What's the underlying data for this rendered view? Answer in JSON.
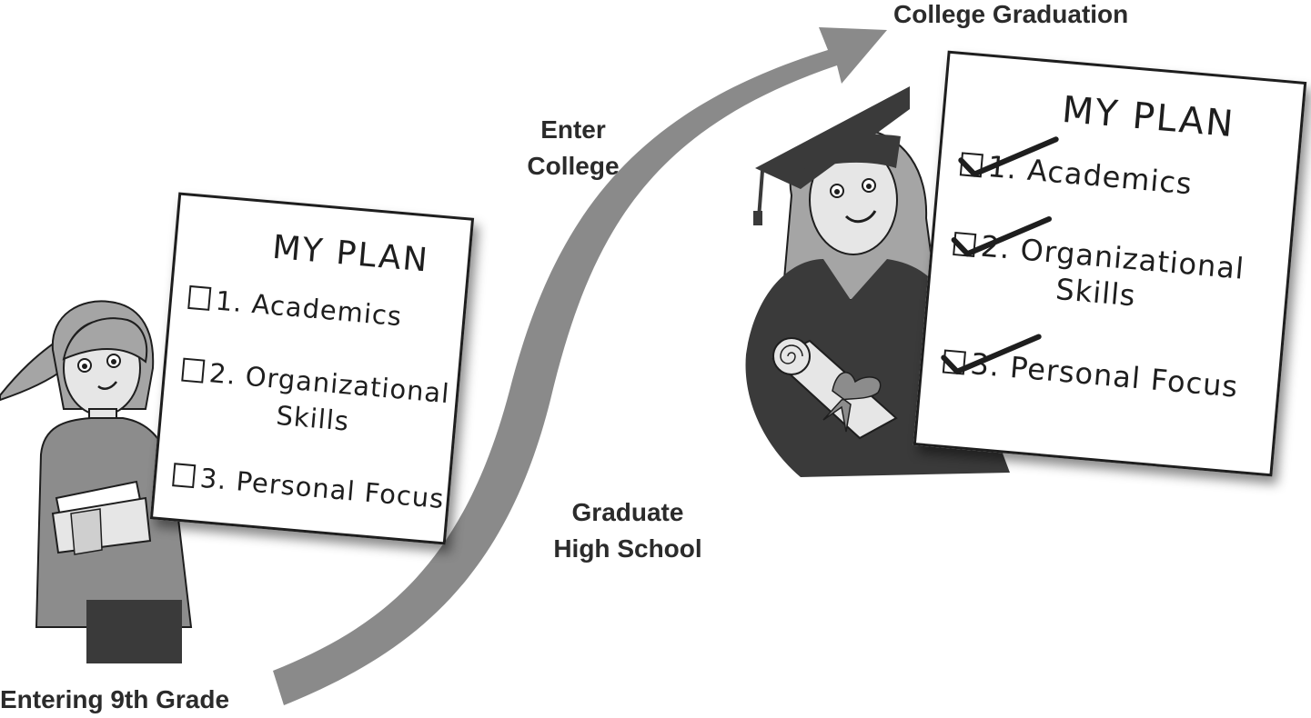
{
  "milestones": {
    "start": "Entering 9th Grade",
    "hs": [
      "Graduate",
      "High School"
    ],
    "enter": [
      "Enter",
      "College"
    ],
    "end": "College Graduation"
  },
  "plan_left": {
    "title": "MY PLAN",
    "items": [
      {
        "label": "1. Academics",
        "sub": ""
      },
      {
        "label": "2. Organizational",
        "sub": "Skills"
      },
      {
        "label": "3. Personal Focus",
        "sub": ""
      }
    ],
    "checked": false
  },
  "plan_right": {
    "title": "MY PLAN",
    "items": [
      {
        "label": "1. Academics",
        "sub": ""
      },
      {
        "label": "2. Organizational",
        "sub": "Skills"
      },
      {
        "label": "3. Personal Focus",
        "sub": ""
      }
    ],
    "checked": true
  },
  "colors": {
    "arrow": "#8a8a8a",
    "clothing": "#3a3a3a",
    "shirt": "#8c8c8c",
    "hair": "#a5a5a5",
    "skin": "#e6e6e6",
    "ink": "#1e1e1e"
  }
}
